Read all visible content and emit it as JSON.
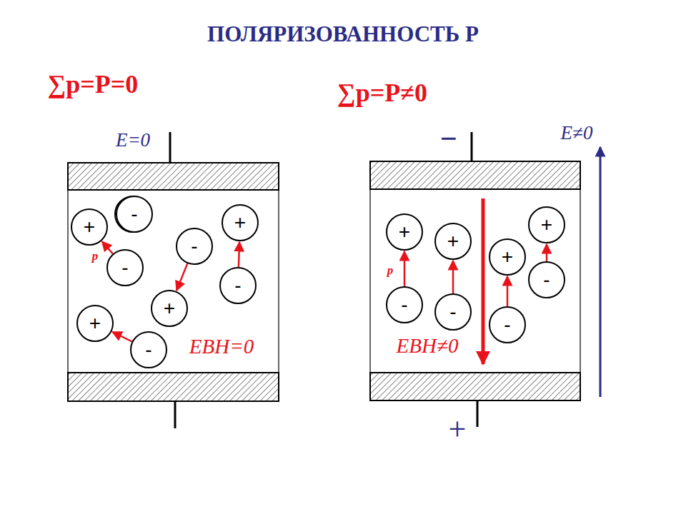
{
  "diagram": {
    "title": "ПОЛЯРИЗОВАННОСТЬ P",
    "nodes": [
      {
        "text": [
          "+"
        ]
      },
      {
        "text": [
          "-"
        ]
      },
      {
        "text": [
          "+"
        ]
      },
      {
        "text": [
          "-"
        ]
      },
      {
        "text": [
          "-"
        ]
      },
      {
        "text": [
          "+"
        ]
      },
      {
        "text": [
          "+"
        ]
      },
      {
        "text": [
          "-"
        ]
      },
      {
        "text": [
          "+"
        ]
      },
      {
        "text": [
          "-"
        ]
      },
      {
        "text": [
          "+"
        ]
      },
      {
        "text": [
          "-"
        ]
      },
      {
        "text": [
          "+"
        ]
      },
      {
        "text": [
          "-"
        ]
      },
      {
        "text": [
          "+"
        ]
      },
      {
        "text": [
          "-"
        ]
      },
      {
        "text": [
          "+"
        ]
      },
      {
        "text": [
          "-"
        ]
      }
    ],
    "edges": [
      {
        "from": 1,
        "to": 0,
        "arrow": "to"
      },
      {
        "from": 3,
        "to": 2,
        "arrow": "to"
      },
      {
        "from": 4,
        "to": 5,
        "arrow": "to"
      },
      {
        "from": 7,
        "to": 6,
        "arrow": "to"
      },
      {
        "from": 9,
        "to": 8,
        "arrow": "to"
      },
      {
        "from": 11,
        "to": 10,
        "arrow": "to"
      },
      {
        "from": 13,
        "to": 12,
        "arrow": "to"
      },
      {
        "from": 15,
        "to": 14,
        "arrow": "to"
      },
      {
        "from": 17,
        "to": 16,
        "arrow": "to"
      }
    ],
    "labels": [
      "∑p=P=0",
      "E=0",
      "p",
      "EВН=0",
      "∑p=P≠0",
      "−",
      "E≠0",
      "p",
      "EВН≠0",
      "+"
    ]
  }
}
